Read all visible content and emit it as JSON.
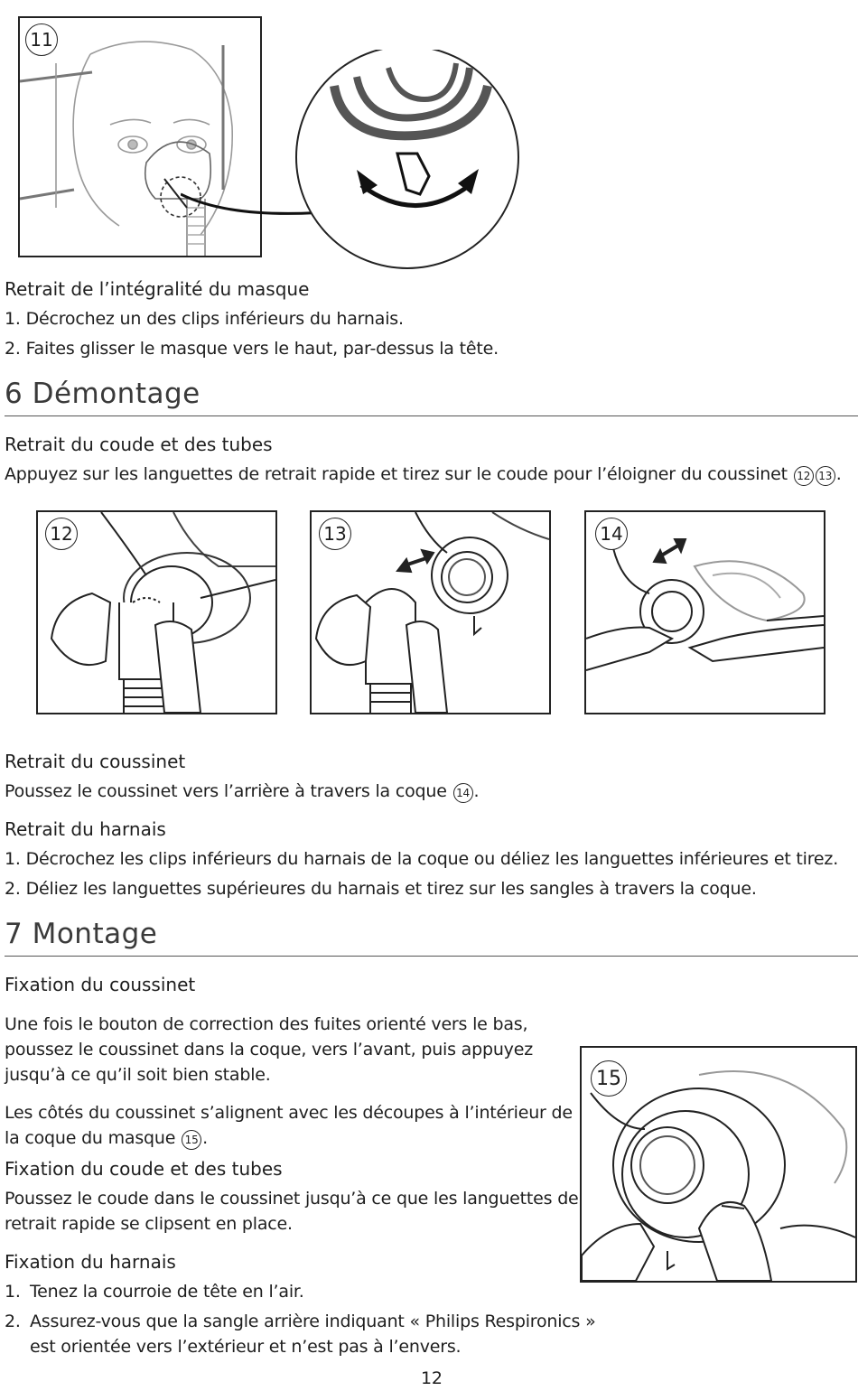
{
  "figures": {
    "fig11": "11",
    "fig12": "12",
    "fig13": "13",
    "fig14": "14",
    "fig15": "15"
  },
  "removal_full_mask": {
    "heading": "Retrait de l’intégralité du masque",
    "steps": [
      "1. Décrochez un des clips inférieurs du harnais.",
      "2. Faites glisser le masque vers le haut, par-dessus la tête."
    ]
  },
  "section6": {
    "title": "6 Démontage",
    "elbow": {
      "heading": "Retrait du coude et des tubes",
      "text": "Appuyez sur les languettes de retrait rapide et tirez sur le coude pour l’éloigner du coussinet",
      "refs": [
        "12",
        "13"
      ],
      "end": "."
    },
    "cushion": {
      "heading": "Retrait du coussinet",
      "text": "Poussez le coussinet vers l’arrière à travers la coque",
      "ref": "14",
      "end": "."
    },
    "headgear": {
      "heading": "Retrait du harnais",
      "steps": [
        "1. Décrochez les clips inférieurs du harnais de la coque ou déliez les languettes inférieures et tirez.",
        "2. Déliez les languettes supérieures du harnais et tirez sur les sangles à travers la coque."
      ]
    }
  },
  "section7": {
    "title": "7 Montage",
    "cushion": {
      "heading": "Fixation du coussinet",
      "p1": [
        "Une fois le bouton de correction des fuites orienté vers le bas,",
        "poussez le coussinet dans la coque, vers l’avant, puis appuyez",
        "jusqu’à ce qu’il soit bien stable."
      ],
      "p2_line1": "Les côtés du coussinet s’alignent avec les découpes à l’intérieur de",
      "p2_line2": "la coque du masque",
      "p2_ref": "15",
      "p2_end": "."
    },
    "elbow": {
      "heading": "Fixation du coude et des tubes",
      "lines": [
        "Poussez le coude dans le coussinet jusqu’à ce que les languettes de",
        "retrait rapide se clipsent en place."
      ]
    },
    "headgear": {
      "heading": "Fixation du harnais",
      "steps": [
        {
          "n": "1.",
          "lines": [
            "Tenez la courroie de tête en l’air."
          ]
        },
        {
          "n": "2.",
          "lines": [
            "Assurez-vous que la sangle arrière indiquant « Philips Respironics »",
            "est orientée vers l’extérieur et n’est pas à l’envers."
          ]
        }
      ]
    }
  },
  "page_number": "12"
}
